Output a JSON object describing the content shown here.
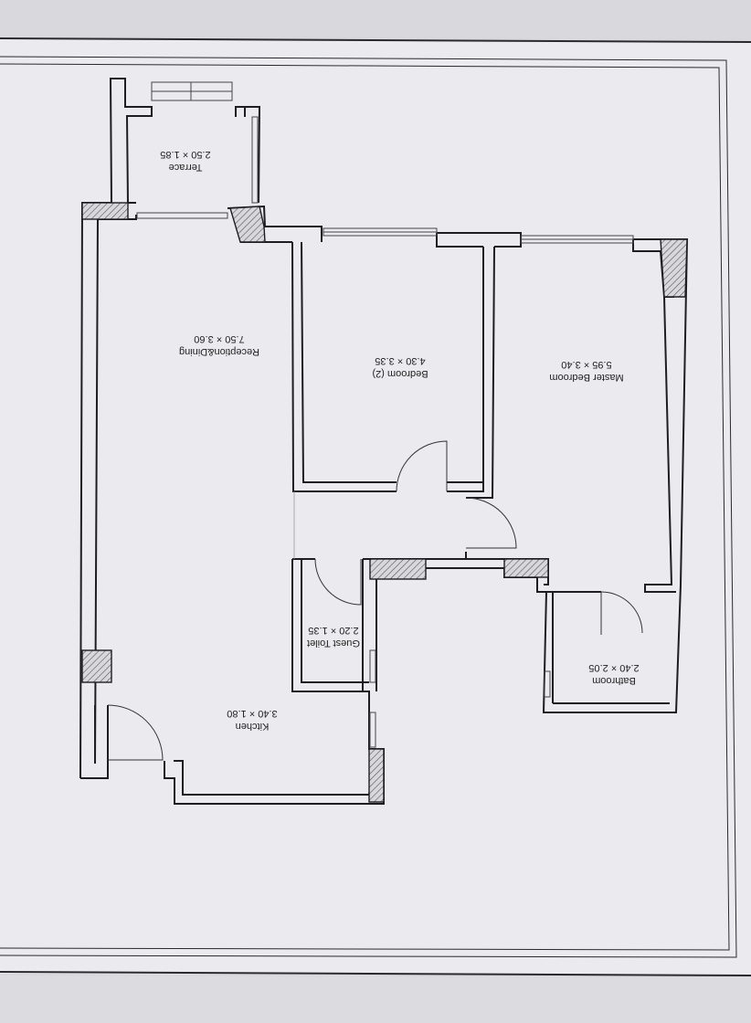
{
  "rooms": {
    "terrace": {
      "name": "Terrace",
      "dims": "2.50 × 1.85"
    },
    "reception": {
      "name": "Reception&Dining",
      "dims": "7.50 × 3.60"
    },
    "bedroom2": {
      "name": "Bedroom (2)",
      "dims": "4.30 × 3.35"
    },
    "master": {
      "name": "Master Bedroom",
      "dims": "5.95 × 3.40"
    },
    "toilet": {
      "name": "Guest Toilet",
      "dims": "2.20 × 1.35"
    },
    "bathroom": {
      "name": "Bathroom",
      "dims": "2.40 × 2.05"
    },
    "kitchen": {
      "name": "Kitchen",
      "dims": "3.40 × 1.80"
    }
  },
  "colors": {
    "paper": "#ebeaee",
    "line": "#1e1e22",
    "background": "#d9d8dc"
  }
}
